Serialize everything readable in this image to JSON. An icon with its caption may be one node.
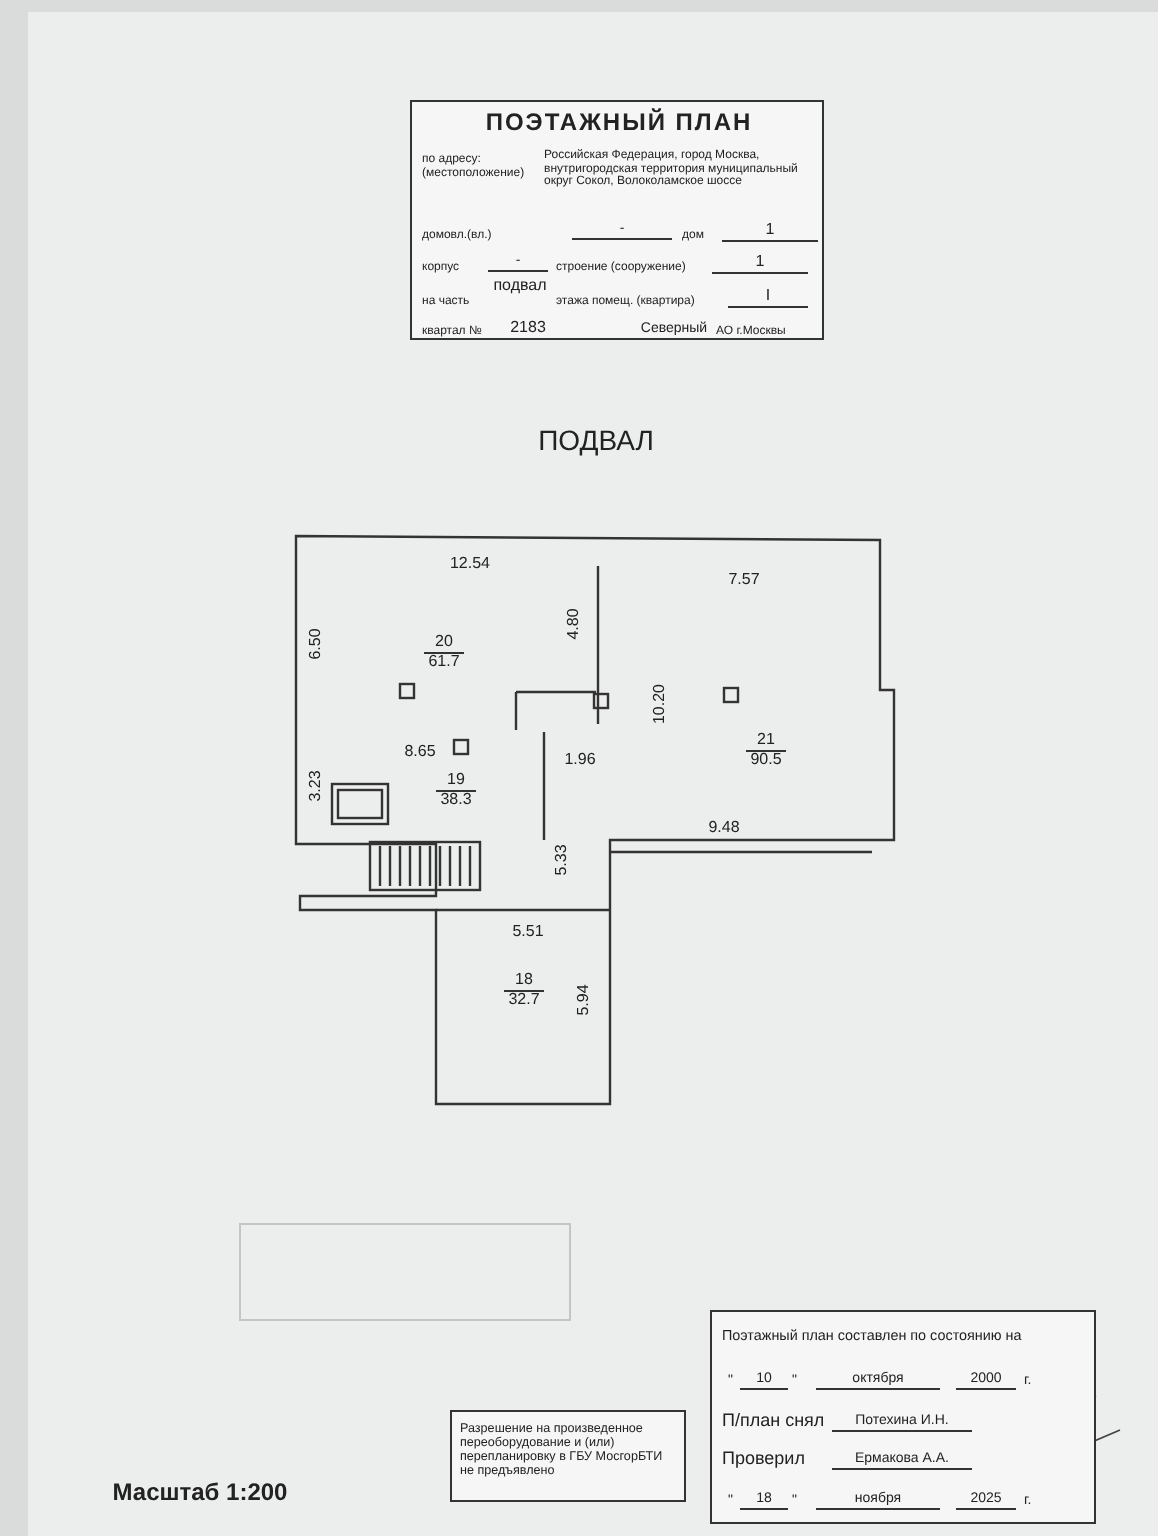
{
  "diagram": {
    "nodes": [
      {
        "text": [
          "ПОЭТАЖНЫЙ ПЛАН",
          "по адресу: (местоположение)",
          "Российская Федерация, город Москва, внутригородская территория муниципальный округ Сокол, Волоколамское шоссе",
          "домовл.(вл.)",
          "-",
          "дом",
          "1",
          "корпус",
          "-",
          "строение (сооружение)",
          "1",
          "на часть",
          "подвал",
          "этажа помещ. (квартира)",
          "I",
          "квартал №",
          "2183",
          "Северный",
          "АО г.Москвы"
        ]
      },
      {
        "text": [
          "20",
          "61.7"
        ]
      },
      {
        "text": [
          "21",
          "90.5"
        ]
      },
      {
        "text": [
          "19",
          "38.3"
        ]
      },
      {
        "text": [
          "18",
          "32.7"
        ]
      },
      {
        "text": [
          "Поэтажный план составлен по состоянию на",
          "\"",
          "10",
          "\"",
          "октября",
          "2000",
          "г.",
          "П/план снял",
          "Потехина И.Н.",
          "Проверил",
          "Ермакова А.А.",
          "\"",
          "18",
          "\"",
          "ноября",
          "2025",
          "г."
        ]
      },
      {
        "text": [
          "Разрешение на произведенное переоборудование и (или) перепланировку в ГБУ МосгорБТИ не предъявлено"
        ]
      }
    ],
    "labels": [
      "ПОДВАЛ",
      "12.54",
      "7.57",
      "6.50",
      "4.80",
      "10.20",
      "8.65",
      "1.96",
      "3.23",
      "9.48",
      "5.33",
      "5.51",
      "5.94",
      "Масштаб 1:200"
    ]
  }
}
